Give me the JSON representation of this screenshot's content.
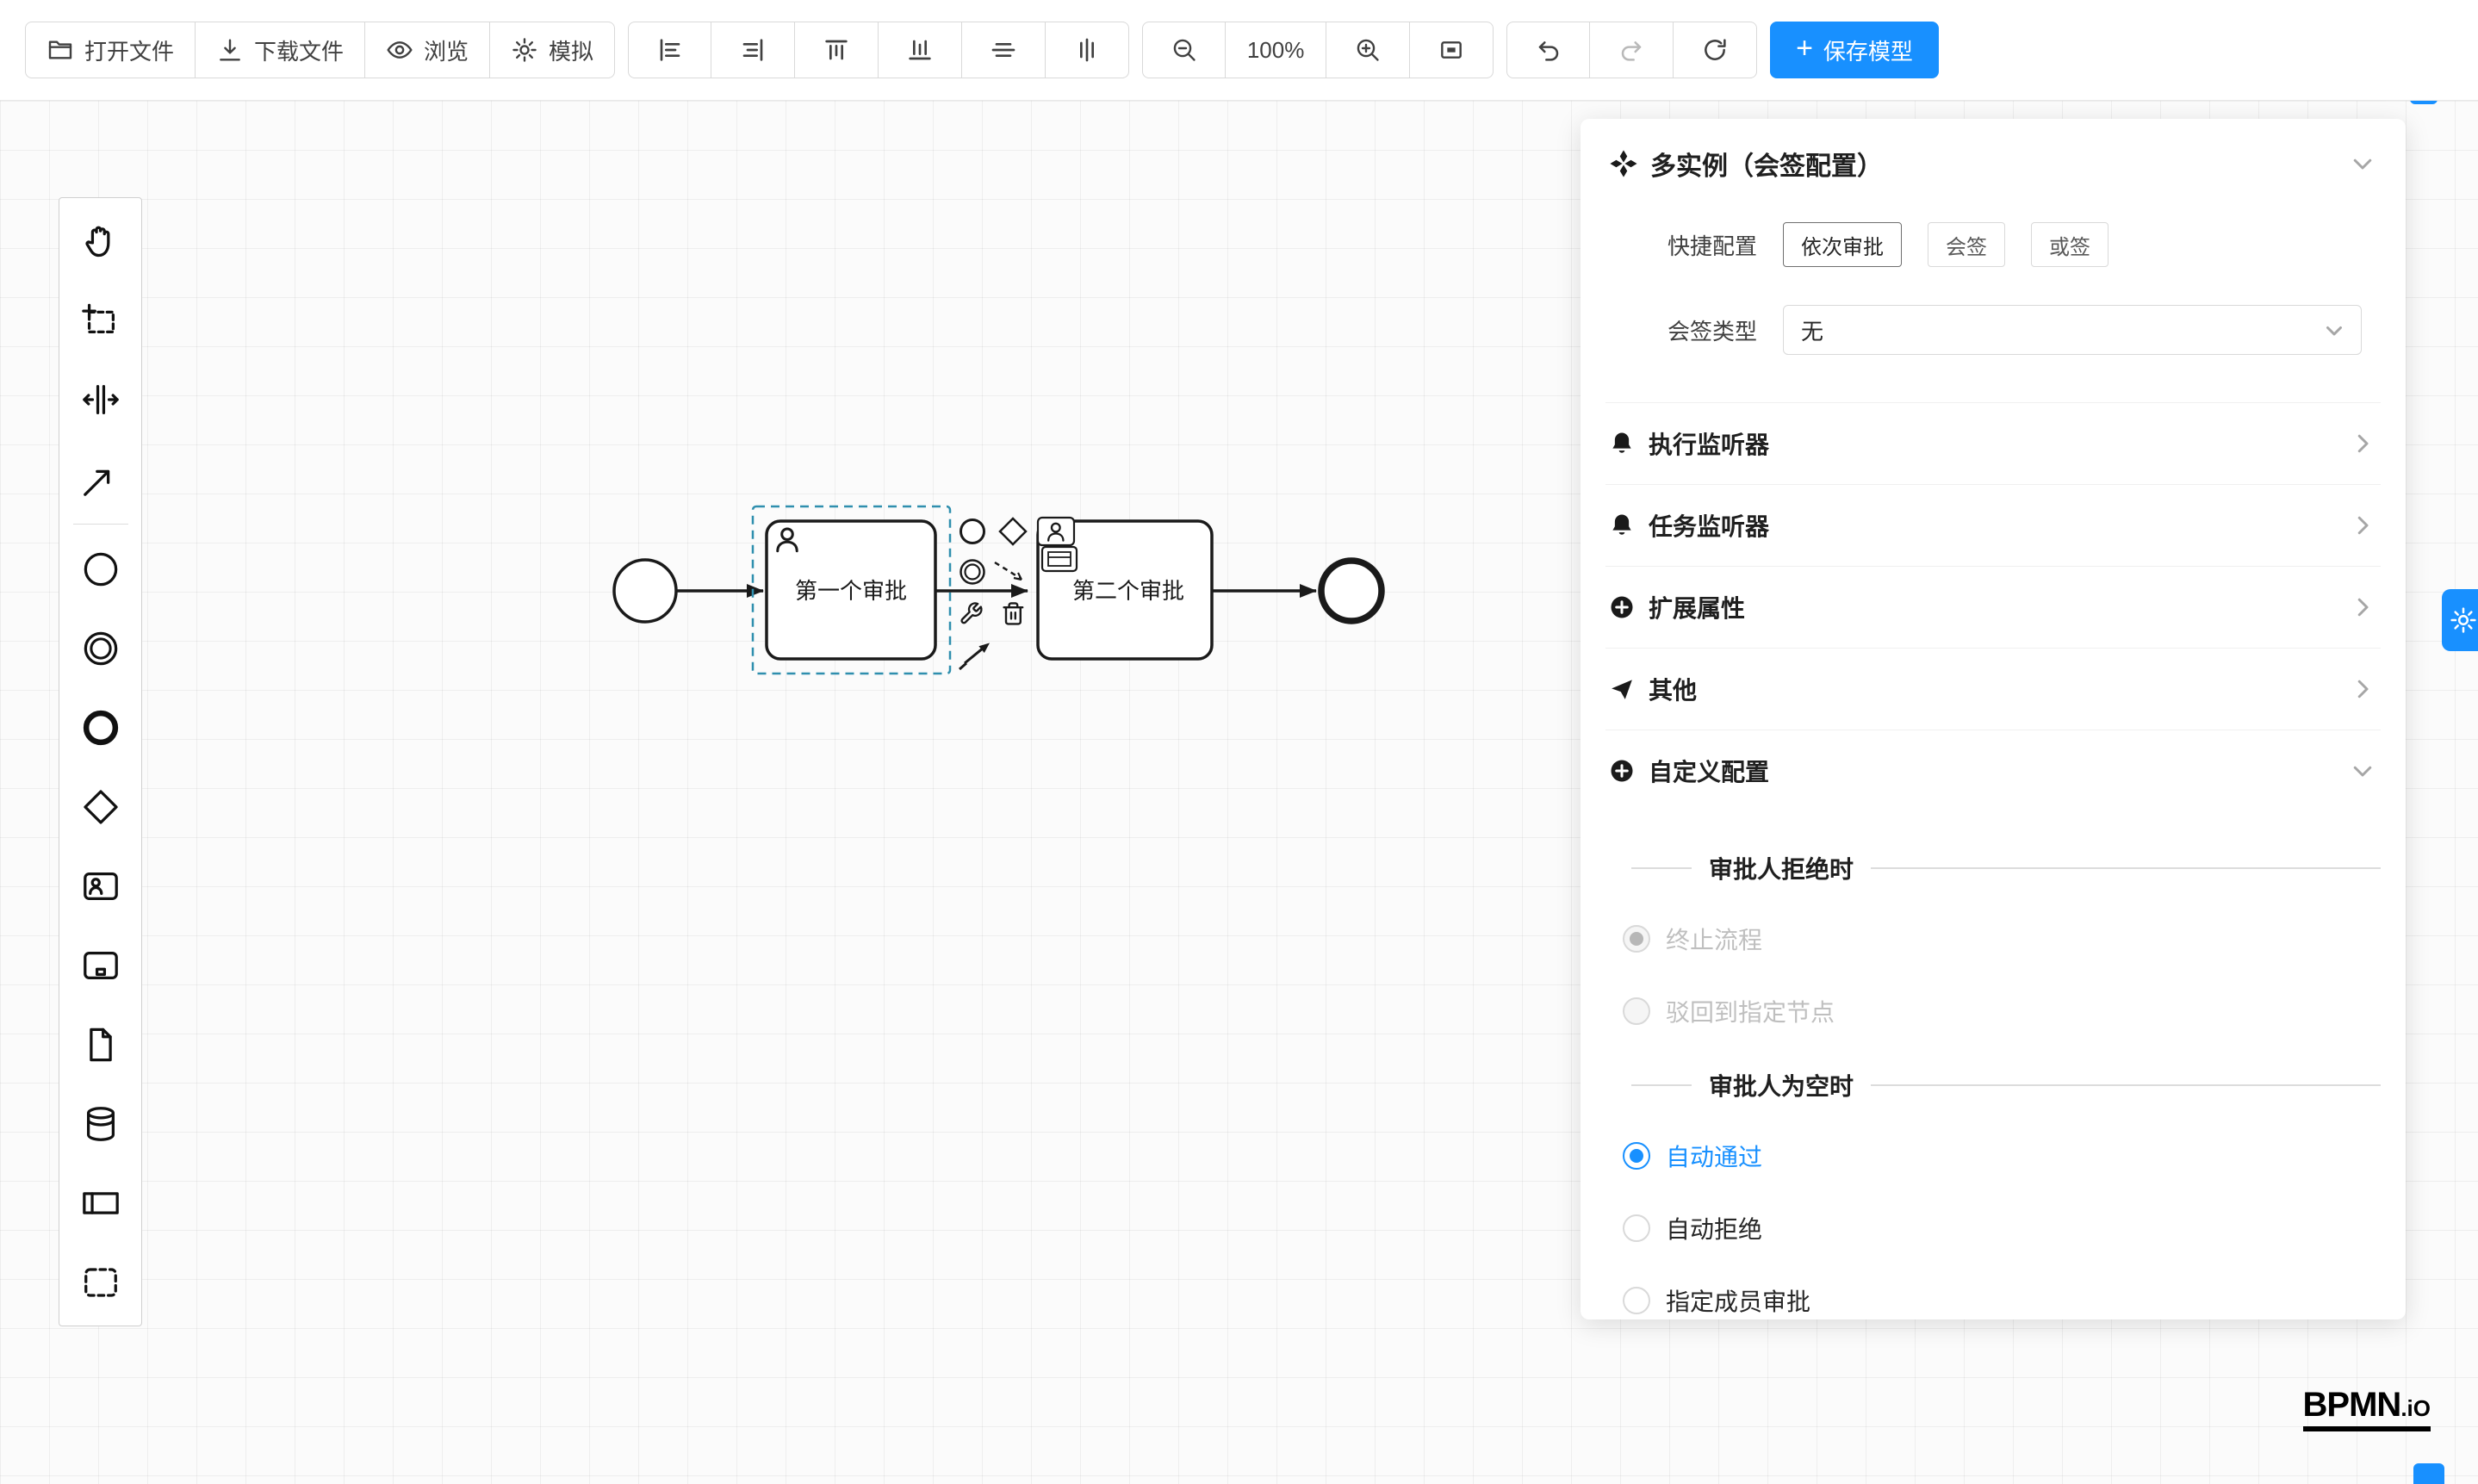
{
  "colors": {
    "accent": "#1890ff",
    "selection": "#2f8fae",
    "icon": "#1a1a1a"
  },
  "toolbar": {
    "open_file": "打开文件",
    "download_file": "下载文件",
    "preview": "浏览",
    "simulate": "模拟",
    "zoom_level": "100%",
    "save_plus": "+",
    "save_model": "保存模型"
  },
  "palette": {
    "tools": [
      "hand-tool",
      "lasso-tool",
      "space-tool",
      "global-connect-tool"
    ],
    "elements": [
      "start-event",
      "intermediate-event",
      "end-event",
      "gateway",
      "user-task",
      "subprocess",
      "data-object",
      "data-store",
      "participant",
      "group"
    ]
  },
  "canvas": {
    "task1_label": "第一个审批",
    "task2_label": "第二个审批"
  },
  "panel": {
    "title": "多实例（会签配置）",
    "quick_config_label": "快捷配置",
    "quick_options": [
      {
        "label": "依次审批",
        "active": true
      },
      {
        "label": "会签",
        "active": false
      },
      {
        "label": "或签",
        "active": false
      }
    ],
    "sign_type_label": "会签类型",
    "sign_type_value": "无",
    "sections": [
      {
        "label": "执行监听器",
        "icon": "bell",
        "expanded": false
      },
      {
        "label": "任务监听器",
        "icon": "bell",
        "expanded": false
      },
      {
        "label": "扩展属性",
        "icon": "plus-circle",
        "expanded": false
      },
      {
        "label": "其他",
        "icon": "megaphone",
        "expanded": false
      },
      {
        "label": "自定义配置",
        "icon": "plus-circle",
        "expanded": true
      }
    ],
    "reject_divider": "审批人拒绝时",
    "reject_options": [
      {
        "label": "终止流程",
        "checked": true,
        "disabled": true
      },
      {
        "label": "驳回到指定节点",
        "checked": false,
        "disabled": true
      }
    ],
    "empty_divider": "审批人为空时",
    "empty_options": [
      {
        "label": "自动通过",
        "checked": true,
        "disabled": false
      },
      {
        "label": "自动拒绝",
        "checked": false,
        "disabled": false
      },
      {
        "label": "指定成员审批",
        "checked": false,
        "disabled": false
      }
    ]
  },
  "logo": {
    "main": "BPMN",
    "suffix": ".iO"
  }
}
